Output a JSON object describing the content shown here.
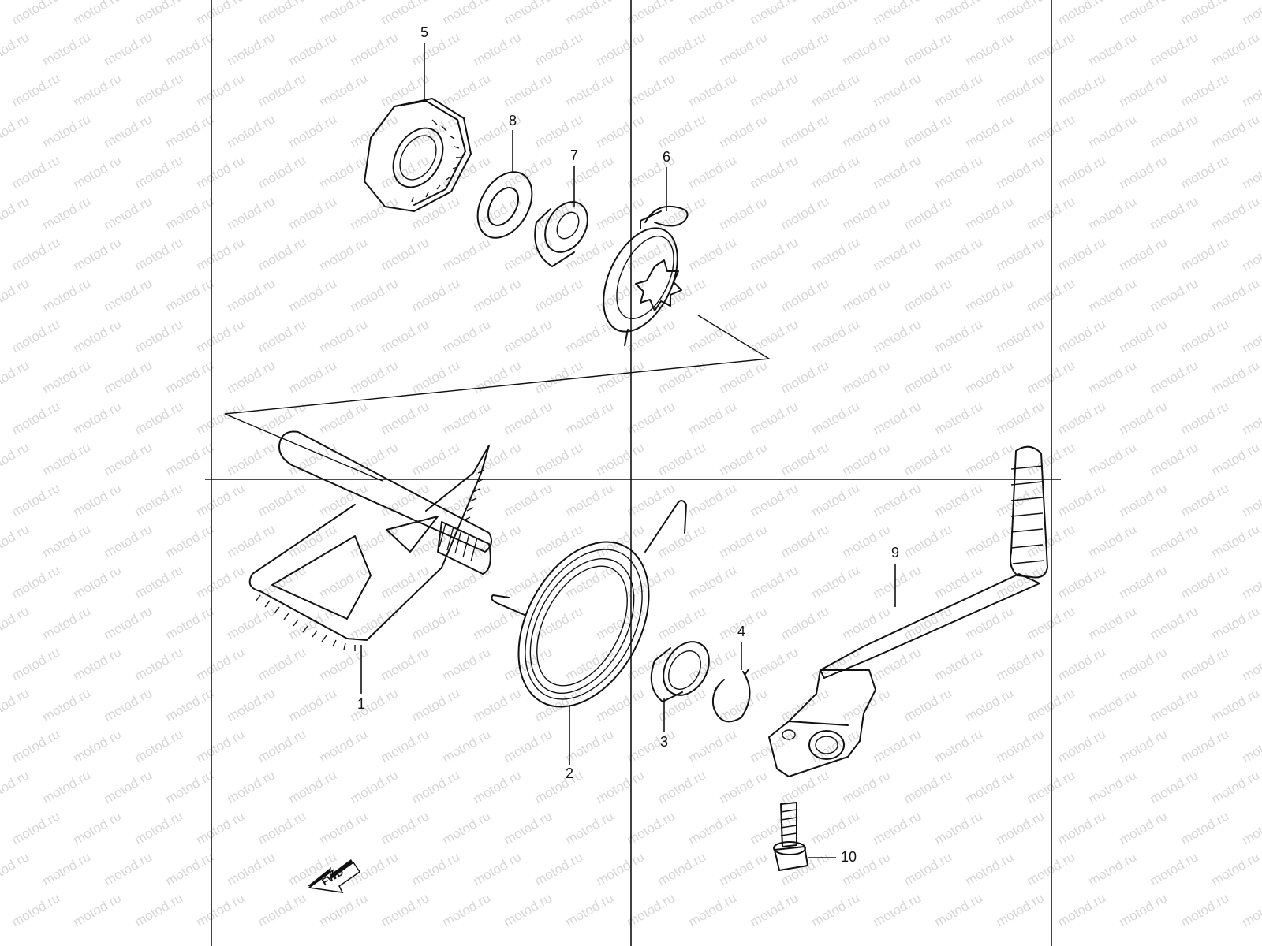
{
  "watermark": "motod.ru",
  "fwd_label": "FWD",
  "callouts": {
    "p1": "1",
    "p2": "2",
    "p3": "3",
    "p4": "4",
    "p5": "5",
    "p6": "6",
    "p7": "7",
    "p8": "8",
    "p9": "9",
    "p10": "10"
  },
  "colors": {
    "line": "#111111",
    "watermark": "#d7d7d7",
    "background": "#ffffff"
  }
}
